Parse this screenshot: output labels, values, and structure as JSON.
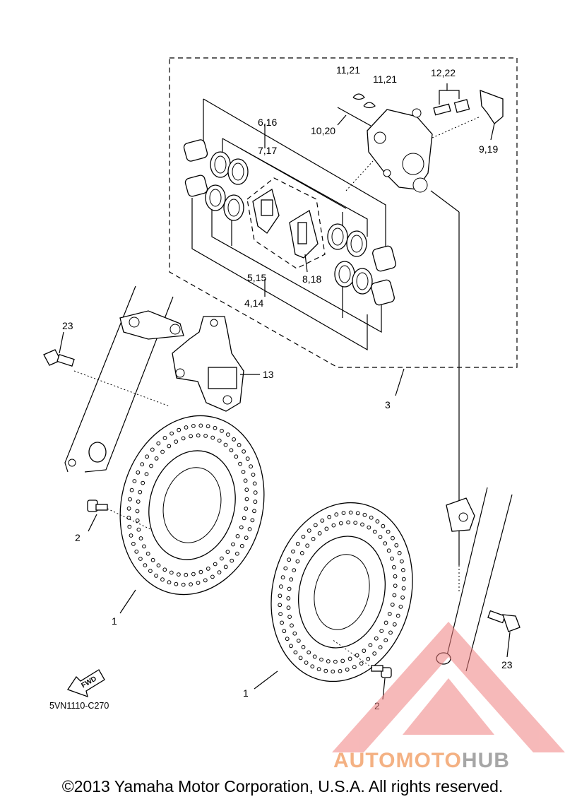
{
  "diagram": {
    "callouts": {
      "p1_left": "1",
      "p1_right": "1",
      "p2_left": "2",
      "p2_right": "2",
      "p3": "3",
      "p4_14": "4,14",
      "p5_15": "5,15",
      "p6_16": "6,16",
      "p7_17": "7,17",
      "p8_18": "8,18",
      "p9_19": "9,19",
      "p10_20": "10,20",
      "p11_21_a": "11,21",
      "p11_21_b": "11,21",
      "p12_22": "12,22",
      "p13": "13",
      "p23_left": "23",
      "p23_right": "23"
    },
    "fwd_label": "FWD",
    "diagram_code": "5VN1110-C270"
  },
  "footer": {
    "copyright": "©2013 Yamaha Motor Corporation, U.S.A. All rights reserved."
  },
  "watermark": {
    "word_a": "AUTOMOTO",
    "word_b": "HUB",
    "color_a": "#f4b183",
    "color_b": "#a6a6a6",
    "triangle_color": "#f08080"
  }
}
